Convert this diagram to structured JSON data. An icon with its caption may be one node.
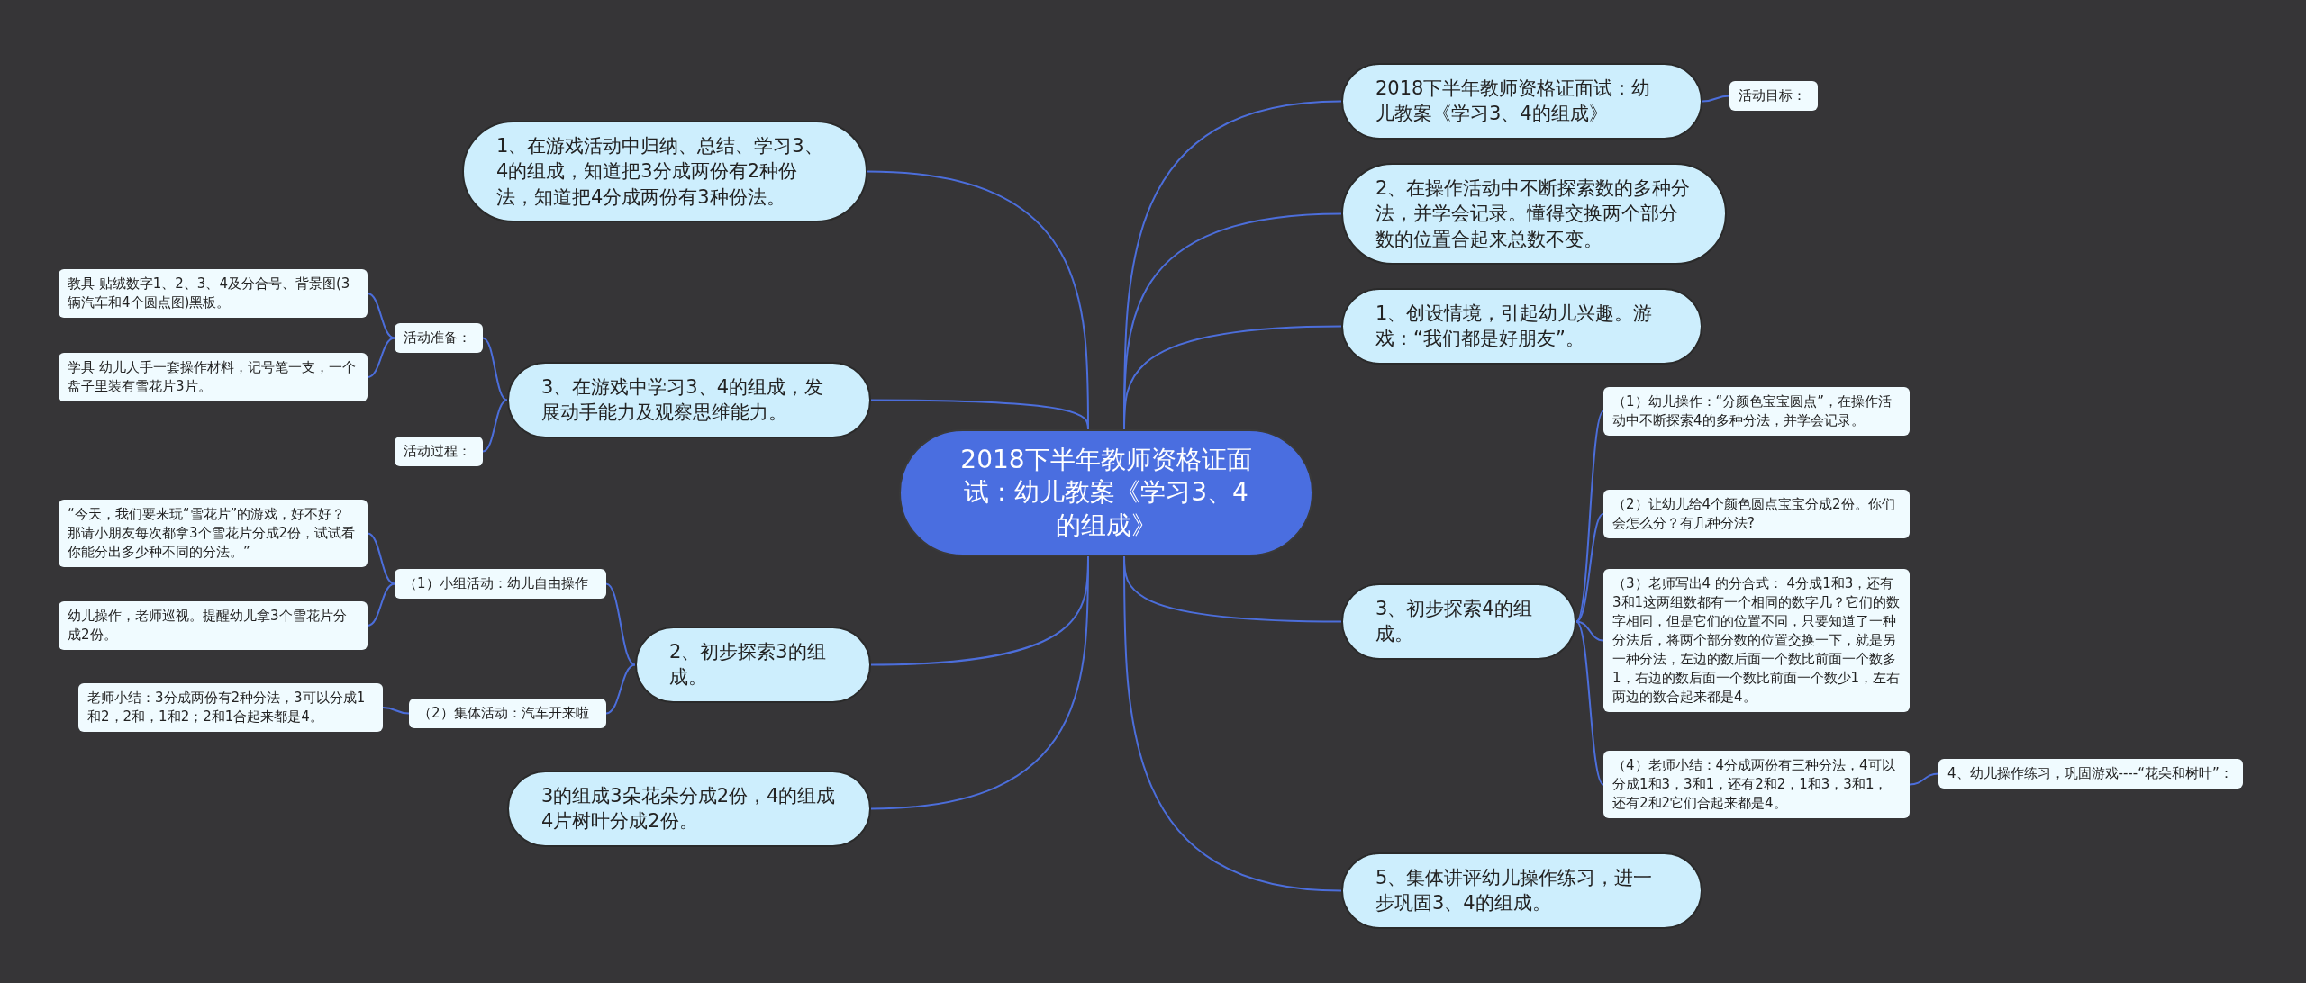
{
  "diagram": {
    "nodes": [
      {
        "text": [
          "2018下半年教师资格证面试：幼儿教案《学习3、4的组成》"
        ]
      },
      {
        "text": [
          "2018下半年教师资格证面试：幼儿教案《学习3、4的组成》"
        ]
      },
      {
        "text": [
          "活动目标："
        ]
      },
      {
        "text": [
          "2、在操作活动中不断探索数的多种分法，并学会记录。懂得交换两个部分数的位置合起来总数不变。"
        ]
      },
      {
        "text": [
          "1、创设情境，引起幼儿兴趣。游戏：“我们都是好朋友”。"
        ]
      },
      {
        "text": [
          "3、初步探索4的组成。"
        ]
      },
      {
        "text": [
          "（1）幼儿操作：“分颜色宝宝圆点”，在操作活动中不断探索4的多种分法，并学会记录。"
        ]
      },
      {
        "text": [
          "（2）让幼儿给4个颜色圆点宝宝分成2份。你们会怎么分？有几种分法?"
        ]
      },
      {
        "text": [
          "（3）老师写出4 的分合式： 4分成1和3，还有3和1这两组数都有一个相同的数字几？它们的数字相同，但是它们的位置不同，只要知道了一种分法后，将两个部分数的位置交换一下，就是另一种分法，左边的数后面一个数比前面一个数多1，右边的数后面一个数比前面一个数少1，左右两边的数合起来都是4。"
        ]
      },
      {
        "text": [
          "（4）老师小结：4分成两份有三种分法，4可以分成1和3，3和1，还有2和2，1和3，3和1，还有2和2它们合起来都是4。"
        ]
      },
      {
        "text": [
          "4、幼儿操作练习，巩固游戏----“花朵和树叶”："
        ]
      },
      {
        "text": [
          "5、集体讲评幼儿操作练习，进一步巩固3、4的组成。"
        ]
      },
      {
        "text": [
          "1、在游戏活动中归纳、总结、学习3、4的组成，知道把3分成两份有2种份法，知道把4分成两份有3种份法。"
        ]
      },
      {
        "text": [
          "3、在游戏中学习3、4的组成，发展动手能力及观察思维能力。"
        ]
      },
      {
        "text": [
          "活动准备："
        ]
      },
      {
        "text": [
          "教具 贴绒数字1、2、3、4及分合号、背景图(3辆汽车和4个圆点图)黑板。"
        ]
      },
      {
        "text": [
          "学具 幼儿人手一套操作材料，记号笔一支，一个盘子里装有雪花片3片。"
        ]
      },
      {
        "text": [
          "活动过程："
        ]
      },
      {
        "text": [
          "2、初步探索3的组成。"
        ]
      },
      {
        "text": [
          "（1）小组活动：幼儿自由操作"
        ]
      },
      {
        "text": [
          "“今天，我们要来玩“雪花片”的游戏，好不好？那请小朋友每次都拿3个雪花片分成2份，试试看你能分出多少种不同的分法。”"
        ]
      },
      {
        "text": [
          "幼儿操作，老师巡视。提醒幼儿拿3个雪花片分成2份。"
        ]
      },
      {
        "text": [
          "（2）集体活动：汽车开来啦"
        ]
      },
      {
        "text": [
          "老师小结：3分成两份有2种分法，3可以分成1和2，2和，1和2；2和1合起来都是4。"
        ]
      },
      {
        "text": [
          "3的组成3朵花朵分成2份，4的组成4片树叶分成2份。"
        ]
      }
    ],
    "edges": [
      {
        "from": 0,
        "to": 1,
        "arrow": "none"
      },
      {
        "from": 1,
        "to": 2,
        "arrow": "none"
      },
      {
        "from": 0,
        "to": 3,
        "arrow": "none"
      },
      {
        "from": 0,
        "to": 4,
        "arrow": "none"
      },
      {
        "from": 0,
        "to": 5,
        "arrow": "none"
      },
      {
        "from": 5,
        "to": 6,
        "arrow": "none"
      },
      {
        "from": 5,
        "to": 7,
        "arrow": "none"
      },
      {
        "from": 5,
        "to": 8,
        "arrow": "none"
      },
      {
        "from": 5,
        "to": 9,
        "arrow": "none"
      },
      {
        "from": 9,
        "to": 10,
        "arrow": "none"
      },
      {
        "from": 0,
        "to": 11,
        "arrow": "none"
      },
      {
        "from": 0,
        "to": 12,
        "arrow": "none"
      },
      {
        "from": 0,
        "to": 13,
        "arrow": "none"
      },
      {
        "from": 13,
        "to": 14,
        "arrow": "none"
      },
      {
        "from": 14,
        "to": 15,
        "arrow": "none"
      },
      {
        "from": 14,
        "to": 16,
        "arrow": "none"
      },
      {
        "from": 13,
        "to": 17,
        "arrow": "none"
      },
      {
        "from": 0,
        "to": 18,
        "arrow": "none"
      },
      {
        "from": 18,
        "to": 19,
        "arrow": "none"
      },
      {
        "from": 19,
        "to": 20,
        "arrow": "none"
      },
      {
        "from": 19,
        "to": 21,
        "arrow": "none"
      },
      {
        "from": 18,
        "to": 22,
        "arrow": "none"
      },
      {
        "from": 22,
        "to": 23,
        "arrow": "none"
      },
      {
        "from": 0,
        "to": 24,
        "arrow": "none"
      }
    ]
  }
}
